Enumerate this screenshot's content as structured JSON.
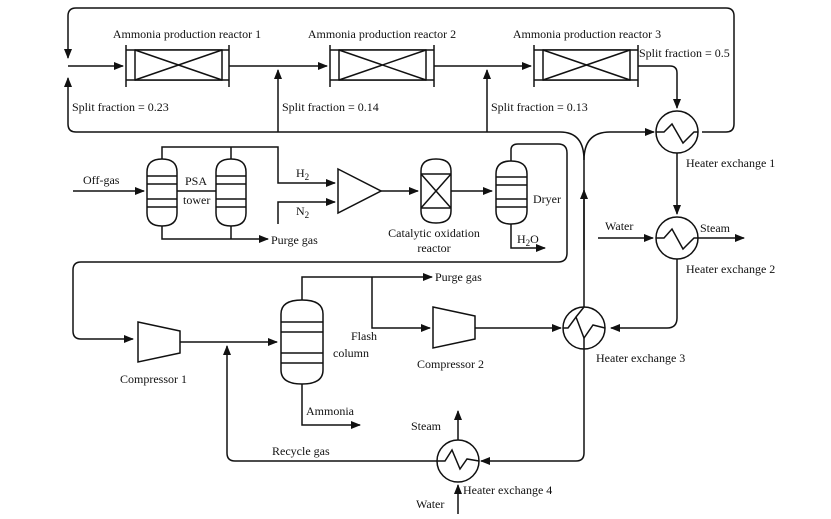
{
  "diagram": {
    "title": "Ammonia production process flow",
    "reactors": [
      {
        "label": "Ammonia production reactor 1",
        "split_label": "Split fraction = 0.23",
        "split_fraction": 0.23
      },
      {
        "label": "Ammonia production reactor 2",
        "split_label": "Split fraction = 0.14",
        "split_fraction": 0.14
      },
      {
        "label": "Ammonia production reactor 3",
        "split_label": "Split fraction = 0.13",
        "split_fraction": 0.13
      }
    ],
    "outlet_split": {
      "label": "Split fraction = 0.5",
      "value": 0.5
    },
    "psa": {
      "line1": "PSA",
      "line2": "tower"
    },
    "streams": {
      "off_gas": "Off-gas",
      "h2": "H",
      "h2_sub": "2",
      "n2": "N",
      "n2_sub": "2",
      "purge_gas_1": "Purge gas",
      "purge_gas_2": "Purge gas",
      "h2o": "H",
      "h2o_sub": "2",
      "h2o_end": "O",
      "water_2": "Water",
      "steam_2": "Steam",
      "ammonia": "Ammonia",
      "recycle_gas": "Recycle gas",
      "steam_4": "Steam",
      "water_4": "Water"
    },
    "catalytic": {
      "line1": "Catalytic oxidation",
      "line2": "reactor"
    },
    "dryer": "Dryer",
    "flash": {
      "line1": "Flash",
      "line2": "column"
    },
    "compressors": [
      "Compressor 1",
      "Compressor 2"
    ],
    "heat_exchangers": [
      "Heater exchange 1",
      "Heater exchange 2",
      "Heater exchange 3",
      "Heater exchange 4"
    ]
  }
}
